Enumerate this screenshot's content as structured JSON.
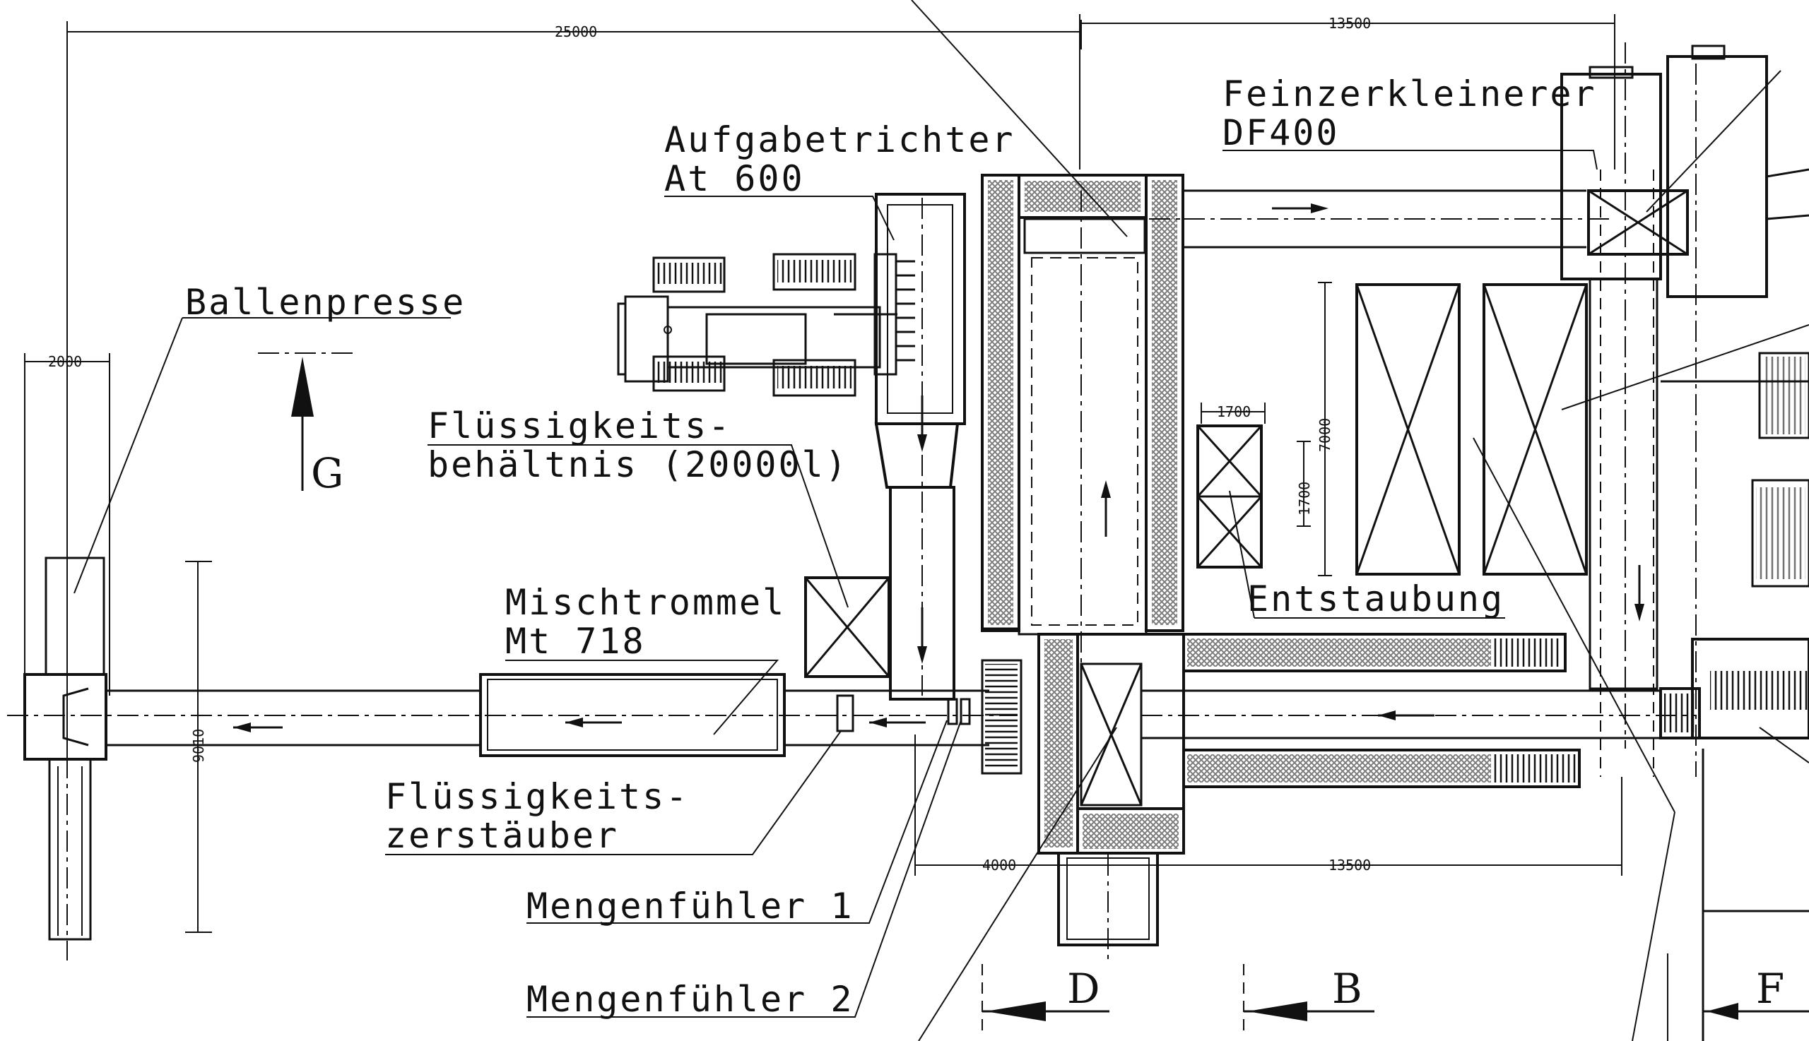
{
  "labels": {
    "feinzerkleinerer_1": "Feinzerkleinerer",
    "feinzerkleinerer_2": "DF400",
    "aufgabetrichter_1": "Aufgabetrichter",
    "aufgabetrichter_2": "At 600",
    "ballenpresse": "Ballenpresse",
    "behaelter_1": "Flüssigkeits-",
    "behaelter_2": "behältnis (20000l)",
    "mischtrommel_1": "Mischtrommel",
    "mischtrommel_2": "Mt 718",
    "entstaubung": "Entstaubung",
    "zerstaeuber_1": "Flüssigkeits-",
    "zerstaeuber_2": "zerstäuber",
    "mengenfuehler_1": "Mengenfühler 1",
    "mengenfuehler_2": "Mengenfühler 2"
  },
  "dimensions": {
    "d25000": "25000",
    "d13500_top": "13500",
    "d13500_bottom": "13500",
    "d4000": "4000",
    "d2000": "2000",
    "d9010": "9010",
    "d1700_h": "1700",
    "d1700_v": "1700",
    "d7000": "7000"
  },
  "sections": {
    "g": "G",
    "d": "D",
    "b": "B",
    "f": "F"
  },
  "colors": {
    "ink": "#111111",
    "paper": "#ffffff"
  }
}
